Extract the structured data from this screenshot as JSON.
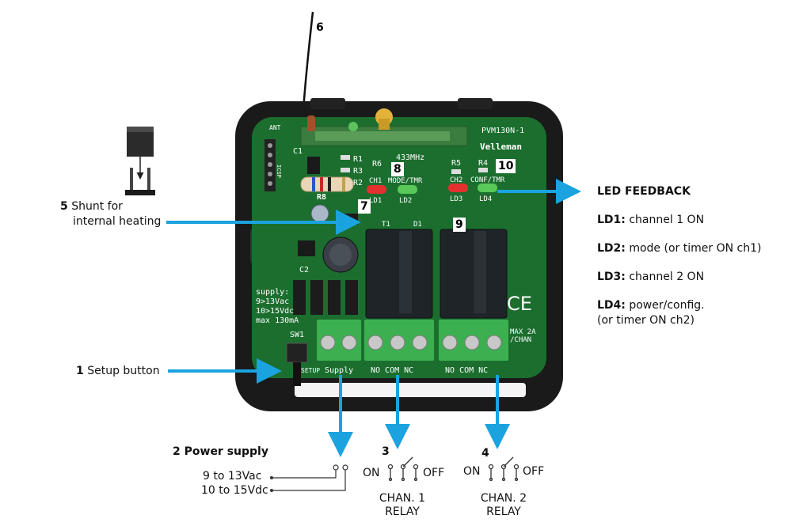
{
  "pcb": {
    "module": "PVM130N-1",
    "brand": "Velleman",
    "ant": "ANT",
    "freq": "433MHz",
    "icsp": "ICSP",
    "c1": "C1",
    "c2": "C2",
    "r1": "R1",
    "r2": "R2",
    "r3": "R3",
    "r4": "R4",
    "r5": "R5",
    "r6": "R6",
    "r8": "R8",
    "ch1": "CH1",
    "ch2": "CH2",
    "mode_tmr": "MODE/TMR",
    "conf_tmr": "CONF/TMR",
    "ld1": "LD1",
    "ld2": "LD2",
    "ld3": "LD3",
    "ld4": "LD4",
    "t1": "T1",
    "d1": "D1",
    "sw1": "SW1",
    "supply_spec": [
      "supply:",
      "9>13Vac",
      "10>15Vdc",
      "max 130mA"
    ],
    "terminal_supply": "Supply",
    "terminal_relay1": "NO COM NC",
    "terminal_relay2": "NO COM NC",
    "max_current": [
      "MAX 2A",
      "/CHAN"
    ],
    "ce": "CE",
    "setup": "SETUP"
  },
  "callouts": {
    "c6": "6",
    "c7": "7",
    "c8": "8",
    "c9": "9",
    "c10": "10"
  },
  "labels": {
    "shunt_num": "5",
    "shunt_line1": "Shunt for",
    "shunt_line2": "internal heating",
    "setup_num": "1",
    "setup_text": "Setup button",
    "power_num": "2",
    "power_text": "Power supply",
    "vac": "9 to 13Vac",
    "vdc": "10 to 15Vdc",
    "relay1_num": "3",
    "relay2_num": "4",
    "on": "ON",
    "off": "OFF",
    "relay1_line1": "CHAN. 1",
    "relay2_line1": "CHAN. 2",
    "relay_line2": "RELAY"
  },
  "legend": {
    "title": "LED FEEDBACK",
    "items": [
      {
        "key": "LD1:",
        "text": " channel 1 ON"
      },
      {
        "key": "LD2:",
        "text": " mode (or timer ON ch1)"
      },
      {
        "key": "LD3:",
        "text": " channel 2 ON"
      },
      {
        "key": "LD4:",
        "text": " power/config."
      }
    ],
    "ld4_cont": "(or timer ON ch2)"
  },
  "colors": {
    "arrow": "#1aa3df",
    "pcb": "#1b6e2e",
    "housing": "#1a1a1a",
    "terminal": "#3cb050",
    "led_red": "#e53030",
    "led_green": "#59c95a"
  }
}
